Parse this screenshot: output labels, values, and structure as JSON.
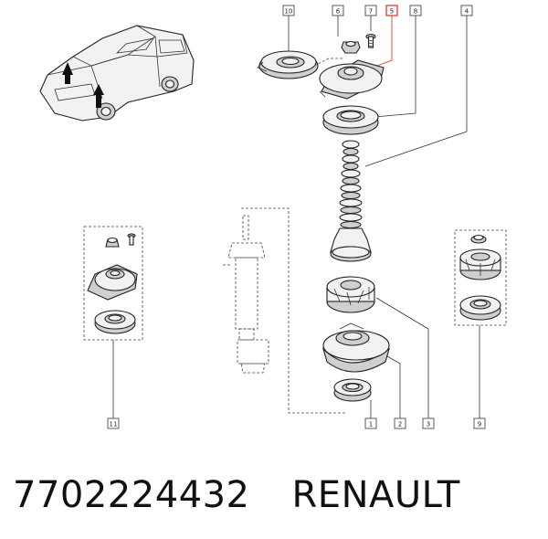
{
  "diagram": {
    "callouts": [
      "10",
      "6",
      "7",
      "5",
      "8",
      "4",
      "1",
      "2",
      "3",
      "9",
      "11"
    ],
    "highlight_color": "#e53935",
    "line_color": "#333333"
  },
  "footer": {
    "part_number": "7702224432",
    "brand": "RENAULT"
  }
}
